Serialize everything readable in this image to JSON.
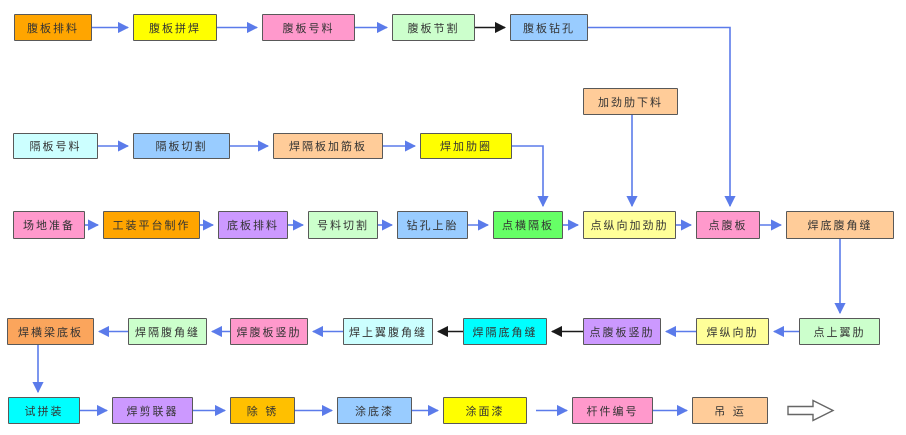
{
  "colors": {
    "arrow_blue": "#5B7BEA",
    "arrow_black": "#1A1A1A",
    "box_border": "#595959",
    "background": "#FFFFFF"
  },
  "nodes": [
    {
      "id": "r1c1",
      "label": "腹板排料",
      "color": "#FFA500"
    },
    {
      "id": "r1c2",
      "label": "腹板拼焊",
      "color": "#FFFF00"
    },
    {
      "id": "r1c3",
      "label": "腹板号料",
      "color": "#FF99CC"
    },
    {
      "id": "r1c4",
      "label": "腹板节割",
      "color": "#CCFFCC"
    },
    {
      "id": "r1c5",
      "label": "腹板钻孔",
      "color": "#99CCFF"
    },
    {
      "id": "r2c1",
      "label": "加劲肋下料",
      "color": "#FFCC99"
    },
    {
      "id": "r3c1",
      "label": "隔板号料",
      "color": "#CCFFFF"
    },
    {
      "id": "r3c2",
      "label": "隔板切割",
      "color": "#99CCFF"
    },
    {
      "id": "r3c3",
      "label": "焊隔板加筋板",
      "color": "#FFCC99"
    },
    {
      "id": "r3c4",
      "label": "焊加肋圈",
      "color": "#FFFF00"
    },
    {
      "id": "r4c1",
      "label": "场地准备",
      "color": "#FF99CC"
    },
    {
      "id": "r4c2",
      "label": "工装平台制作",
      "color": "#FFA500"
    },
    {
      "id": "r4c3",
      "label": "底板排料",
      "color": "#CC99FF"
    },
    {
      "id": "r4c4",
      "label": "号料切割",
      "color": "#CCFFCC"
    },
    {
      "id": "r4c5",
      "label": "钻孔上胎",
      "color": "#99CCFF"
    },
    {
      "id": "r4c6",
      "label": "点横隔板",
      "color": "#66FF66"
    },
    {
      "id": "r4c7",
      "label": "点纵向加劲肋",
      "color": "#FFFF99"
    },
    {
      "id": "r4c8",
      "label": "点腹板",
      "color": "#FF99CC"
    },
    {
      "id": "r4c9",
      "label": "焊底腹角缝",
      "color": "#FFCC99"
    },
    {
      "id": "r5c1",
      "label": "焊横梁底板",
      "color": "#FBA55C"
    },
    {
      "id": "r5c2",
      "label": "焊隔腹角缝",
      "color": "#CCFFCC"
    },
    {
      "id": "r5c3",
      "label": "焊腹板竖肋",
      "color": "#FF99CC"
    },
    {
      "id": "r5c4",
      "label": "焊上翼腹角缝",
      "color": "#CCFFFF"
    },
    {
      "id": "r5c5",
      "label": "焊隔底角缝",
      "color": "#00FFFF"
    },
    {
      "id": "r5c6",
      "label": "点腹板竖肋",
      "color": "#CC99FF"
    },
    {
      "id": "r5c7",
      "label": "焊纵向肋",
      "color": "#FFFF99"
    },
    {
      "id": "r5c8",
      "label": "点上翼肋",
      "color": "#CCFFCC"
    },
    {
      "id": "r6c1",
      "label": "试拼装",
      "color": "#00FFFF"
    },
    {
      "id": "r6c2",
      "label": "焊剪联器",
      "color": "#CC99FF"
    },
    {
      "id": "r6c3",
      "label": "除 锈",
      "color": "#FFC000"
    },
    {
      "id": "r6c4",
      "label": "涂底漆",
      "color": "#99CCFF"
    },
    {
      "id": "r6c5",
      "label": "涂面漆",
      "color": "#FFFF00"
    },
    {
      "id": "r6c6",
      "label": "杆件编号",
      "color": "#FF99CC"
    },
    {
      "id": "r6c7",
      "label": "吊 运",
      "color": "#FFCC99"
    }
  ],
  "edges": [
    {
      "from": "r1c1",
      "to": "r1c2",
      "style": "blue"
    },
    {
      "from": "r1c2",
      "to": "r1c3",
      "style": "blue"
    },
    {
      "from": "r1c3",
      "to": "r1c4",
      "style": "blue"
    },
    {
      "from": "r1c4",
      "to": "r1c5",
      "style": "black"
    },
    {
      "from": "r1c5",
      "to": "r4c8",
      "style": "blue"
    },
    {
      "from": "r2c1",
      "to": "r4c7",
      "style": "blue"
    },
    {
      "from": "r3c1",
      "to": "r3c2",
      "style": "blue"
    },
    {
      "from": "r3c2",
      "to": "r3c3",
      "style": "blue"
    },
    {
      "from": "r3c3",
      "to": "r3c4",
      "style": "blue"
    },
    {
      "from": "r3c4",
      "to": "r4c6",
      "style": "blue"
    },
    {
      "from": "r4c1",
      "to": "r4c2",
      "style": "blue"
    },
    {
      "from": "r4c2",
      "to": "r4c3",
      "style": "blue"
    },
    {
      "from": "r4c3",
      "to": "r4c4",
      "style": "blue"
    },
    {
      "from": "r4c4",
      "to": "r4c5",
      "style": "blue"
    },
    {
      "from": "r4c5",
      "to": "r4c6",
      "style": "blue"
    },
    {
      "from": "r4c6",
      "to": "r4c7",
      "style": "blue"
    },
    {
      "from": "r4c7",
      "to": "r4c8",
      "style": "blue"
    },
    {
      "from": "r4c8",
      "to": "r4c9",
      "style": "blue"
    },
    {
      "from": "r4c9",
      "to": "r5c8",
      "style": "blue"
    },
    {
      "from": "r5c8",
      "to": "r5c7",
      "style": "blue"
    },
    {
      "from": "r5c7",
      "to": "r5c6",
      "style": "blue"
    },
    {
      "from": "r5c6",
      "to": "r5c5",
      "style": "black"
    },
    {
      "from": "r5c5",
      "to": "r5c4",
      "style": "black"
    },
    {
      "from": "r5c4",
      "to": "r5c3",
      "style": "blue"
    },
    {
      "from": "r5c3",
      "to": "r5c2",
      "style": "blue"
    },
    {
      "from": "r5c2",
      "to": "r5c1",
      "style": "blue"
    },
    {
      "from": "r5c1",
      "to": "r6c1",
      "style": "blue"
    },
    {
      "from": "r6c1",
      "to": "r6c2",
      "style": "blue"
    },
    {
      "from": "r6c2",
      "to": "r6c3",
      "style": "blue"
    },
    {
      "from": "r6c3",
      "to": "r6c4",
      "style": "blue"
    },
    {
      "from": "r6c4",
      "to": "r6c5",
      "style": "blue"
    },
    {
      "from": "r6c5",
      "to": "r6c6",
      "style": "blue"
    },
    {
      "from": "r6c6",
      "to": "r6c7",
      "style": "blue"
    }
  ],
  "end_symbol": {
    "name": "hollow-right-arrow"
  }
}
